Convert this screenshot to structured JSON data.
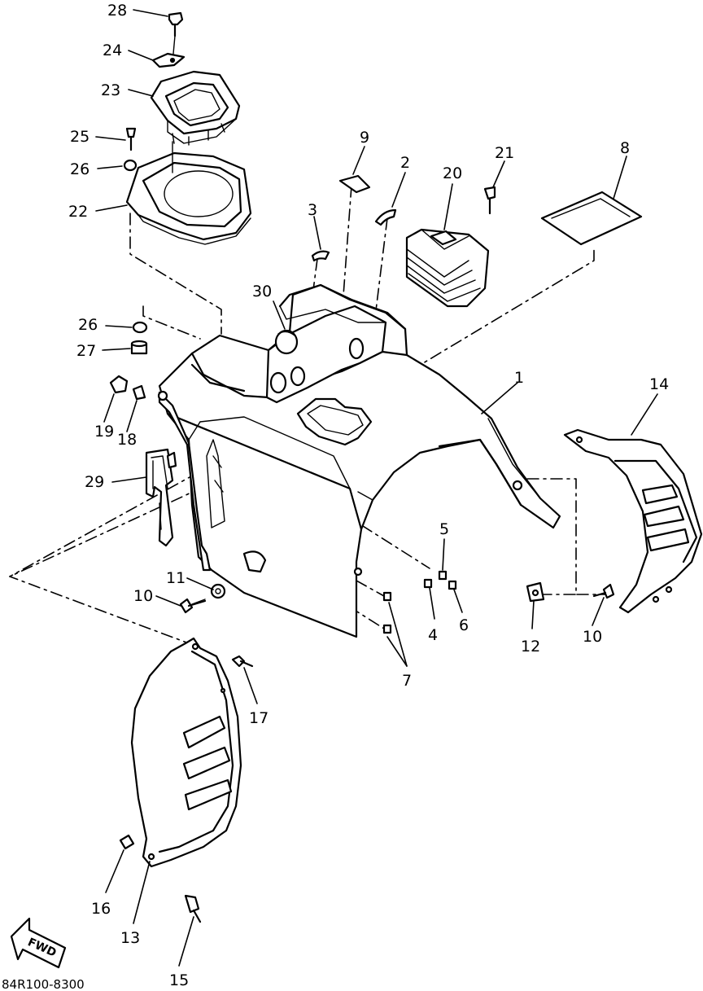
{
  "diagram": {
    "drawing_code": "84R100-8300",
    "direction_label": "FWD",
    "callouts": {
      "c1": "1",
      "c2": "2",
      "c3": "3",
      "c4": "4",
      "c5": "5",
      "c6": "6",
      "c7": "7",
      "c8": "8",
      "c9": "9",
      "c10a": "10",
      "c10b": "10",
      "c11": "11",
      "c12": "12",
      "c13": "13",
      "c14": "14",
      "c15": "15",
      "c16": "16",
      "c17": "17",
      "c18": "18",
      "c19": "19",
      "c20": "20",
      "c21": "21",
      "c22": "22",
      "c23": "23",
      "c24": "24",
      "c25": "25",
      "c26a": "26",
      "c26b": "26",
      "c27": "27",
      "c28": "28",
      "c29": "29",
      "c30": "30"
    }
  }
}
